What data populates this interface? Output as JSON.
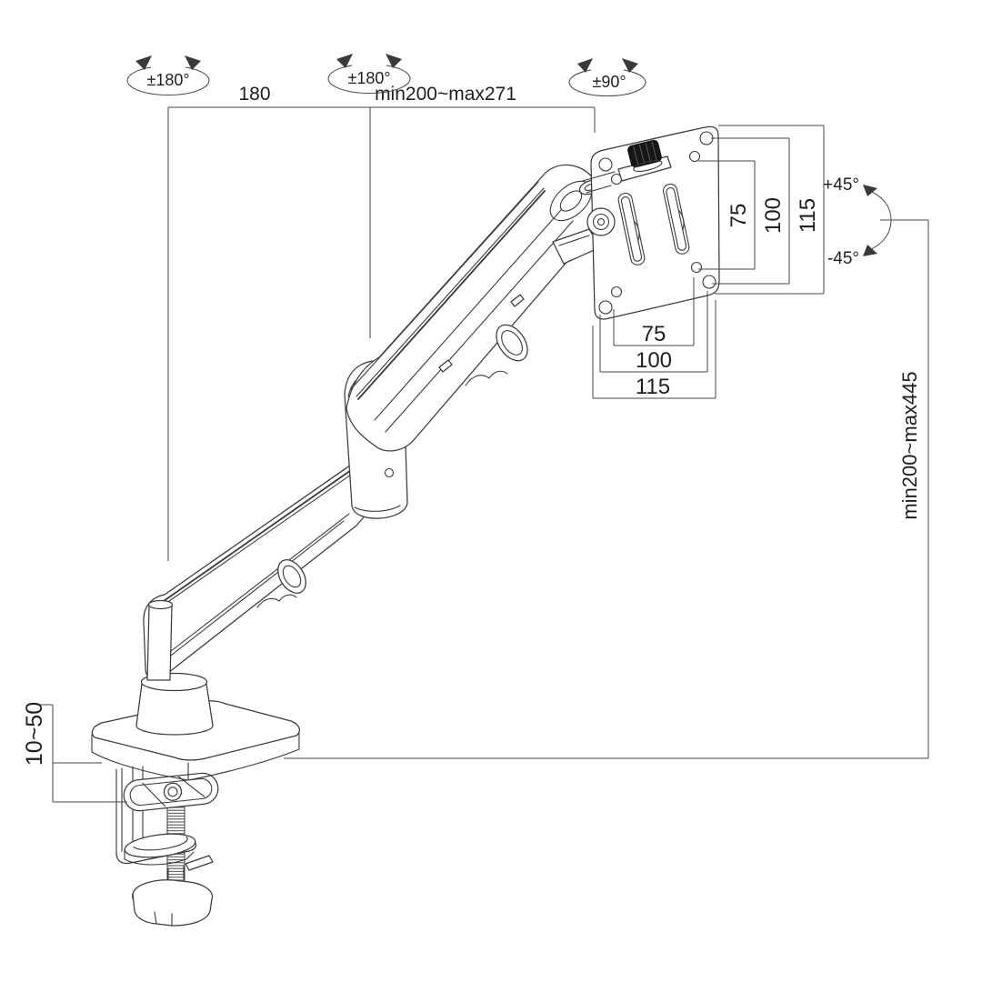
{
  "colors": {
    "background": "#ffffff",
    "line": "#3a3a3a",
    "dimension_line": "#474747",
    "label_text": "#1f1f1f",
    "knob_fill": "#161616"
  },
  "annotations": {
    "rotations": {
      "base": "±180°",
      "elbow": "±180°",
      "head": "±90°"
    },
    "horizontal_dimensions": {
      "rear_arm": "180",
      "front_arm": "min200~max271"
    },
    "tilt": {
      "up": "+45°",
      "down": "-45°"
    },
    "vesa_plate": {
      "vertical": [
        "75",
        "100",
        "115"
      ],
      "horizontal": [
        "75",
        "100",
        "115"
      ]
    },
    "height_range": "min200~max445",
    "clamp_thickness_range": "10~50"
  }
}
